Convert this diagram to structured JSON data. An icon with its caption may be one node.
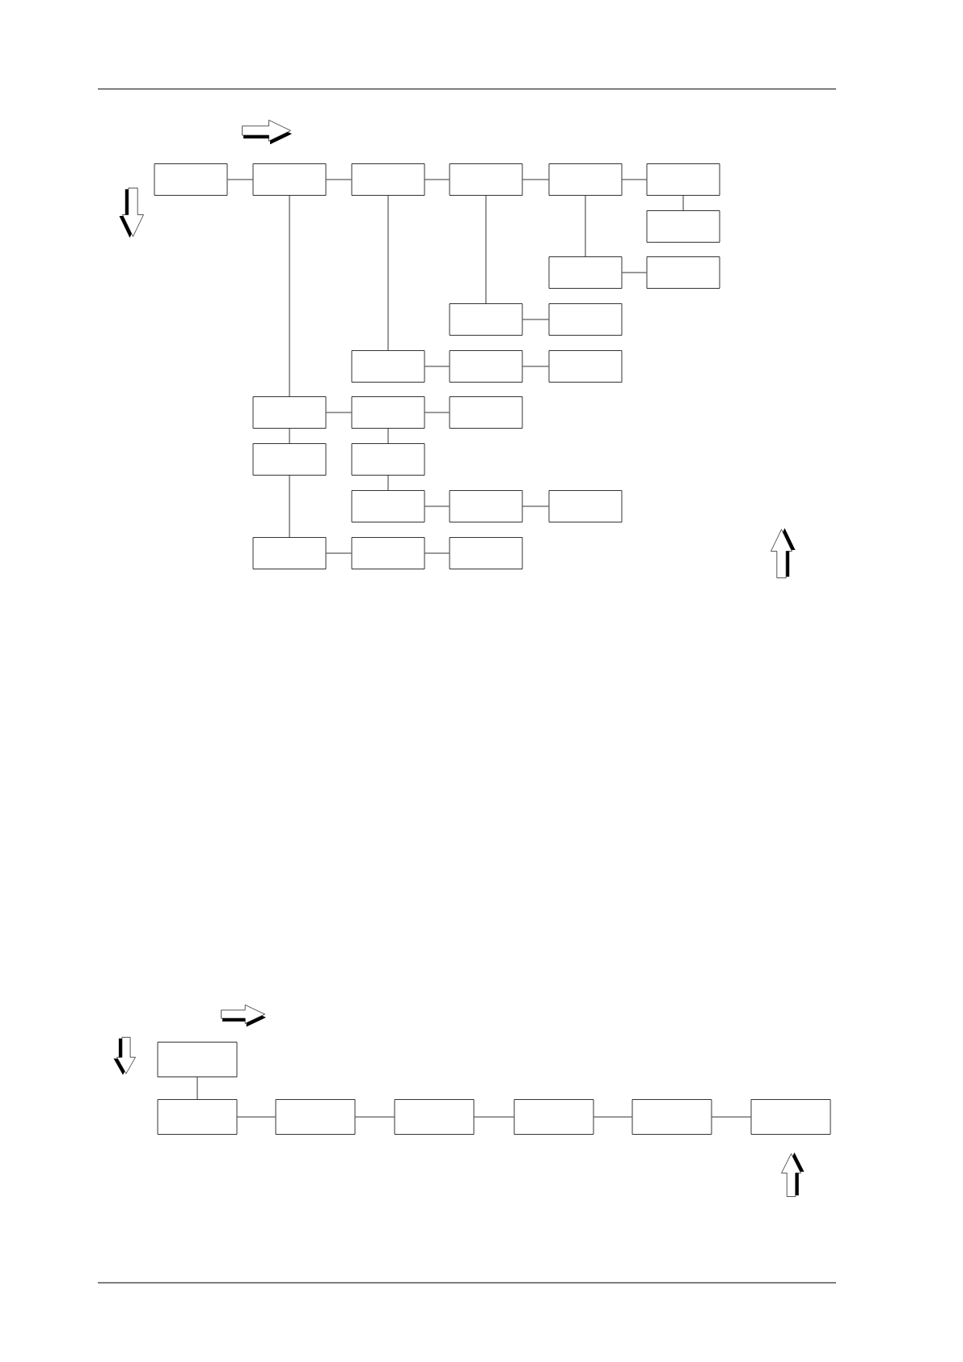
{
  "diagram": {
    "nodes": [
      {
        "text": [],
        "shape": "box"
      },
      {
        "text": [],
        "shape": "box"
      },
      {
        "text": [],
        "shape": "box"
      },
      {
        "text": [],
        "shape": "box"
      },
      {
        "text": [],
        "shape": "box"
      },
      {
        "text": [],
        "shape": "box"
      },
      {
        "text": [],
        "shape": "box"
      },
      {
        "text": [],
        "shape": "box"
      },
      {
        "text": [],
        "shape": "box"
      },
      {
        "text": [],
        "shape": "box"
      },
      {
        "text": [],
        "shape": "box"
      },
      {
        "text": [],
        "shape": "box"
      },
      {
        "text": [],
        "shape": "box"
      },
      {
        "text": [],
        "shape": "box"
      },
      {
        "text": [],
        "shape": "box"
      },
      {
        "text": [],
        "shape": "box"
      },
      {
        "text": [],
        "shape": "box"
      },
      {
        "text": [],
        "shape": "box"
      },
      {
        "text": [],
        "shape": "box"
      },
      {
        "text": [],
        "shape": "box"
      },
      {
        "text": [],
        "shape": "box"
      },
      {
        "text": [],
        "shape": "box"
      },
      {
        "text": [],
        "shape": "box"
      },
      {
        "text": [],
        "shape": "box"
      },
      {
        "text": [],
        "shape": "box"
      },
      {
        "text": [],
        "shape": "box"
      },
      {
        "text": [],
        "shape": "box"
      },
      {
        "text": [],
        "shape": "box"
      },
      {
        "text": [],
        "shape": "box"
      },
      {
        "text": [],
        "shape": "box"
      },
      {
        "text": [],
        "shape": "box"
      },
      {
        "text": [],
        "shape": "box"
      }
    ],
    "edges": [
      {
        "from": 0,
        "to": 1,
        "arrow": "none"
      },
      {
        "from": 1,
        "to": 2,
        "arrow": "none"
      },
      {
        "from": 2,
        "to": 3,
        "arrow": "none"
      },
      {
        "from": 3,
        "to": 4,
        "arrow": "none"
      },
      {
        "from": 4,
        "to": 5,
        "arrow": "none"
      },
      {
        "from": 5,
        "to": 6,
        "arrow": "none"
      },
      {
        "from": 4,
        "to": 7,
        "arrow": "none"
      },
      {
        "from": 7,
        "to": 8,
        "arrow": "none"
      },
      {
        "from": 3,
        "to": 9,
        "arrow": "none"
      },
      {
        "from": 9,
        "to": 10,
        "arrow": "none"
      },
      {
        "from": 2,
        "to": 11,
        "arrow": "none"
      },
      {
        "from": 11,
        "to": 12,
        "arrow": "none"
      },
      {
        "from": 12,
        "to": 13,
        "arrow": "none"
      },
      {
        "from": 1,
        "to": 14,
        "arrow": "none"
      },
      {
        "from": 14,
        "to": 15,
        "arrow": "none"
      },
      {
        "from": 15,
        "to": 16,
        "arrow": "none"
      },
      {
        "from": 14,
        "to": 17,
        "arrow": "none"
      },
      {
        "from": 15,
        "to": 18,
        "arrow": "none"
      },
      {
        "from": 18,
        "to": 19,
        "arrow": "none"
      },
      {
        "from": 19,
        "to": 20,
        "arrow": "none"
      },
      {
        "from": 20,
        "to": 21,
        "arrow": "none"
      },
      {
        "from": 17,
        "to": 22,
        "arrow": "none"
      },
      {
        "from": 22,
        "to": 23,
        "arrow": "none"
      },
      {
        "from": 23,
        "to": 24,
        "arrow": "none"
      },
      {
        "from": 25,
        "to": 26,
        "arrow": "none"
      },
      {
        "from": 26,
        "to": 27,
        "arrow": "none"
      },
      {
        "from": 27,
        "to": 28,
        "arrow": "none"
      },
      {
        "from": 28,
        "to": 29,
        "arrow": "none"
      },
      {
        "from": 29,
        "to": 30,
        "arrow": "none"
      },
      {
        "from": 30,
        "to": 31,
        "arrow": "none"
      }
    ]
  }
}
